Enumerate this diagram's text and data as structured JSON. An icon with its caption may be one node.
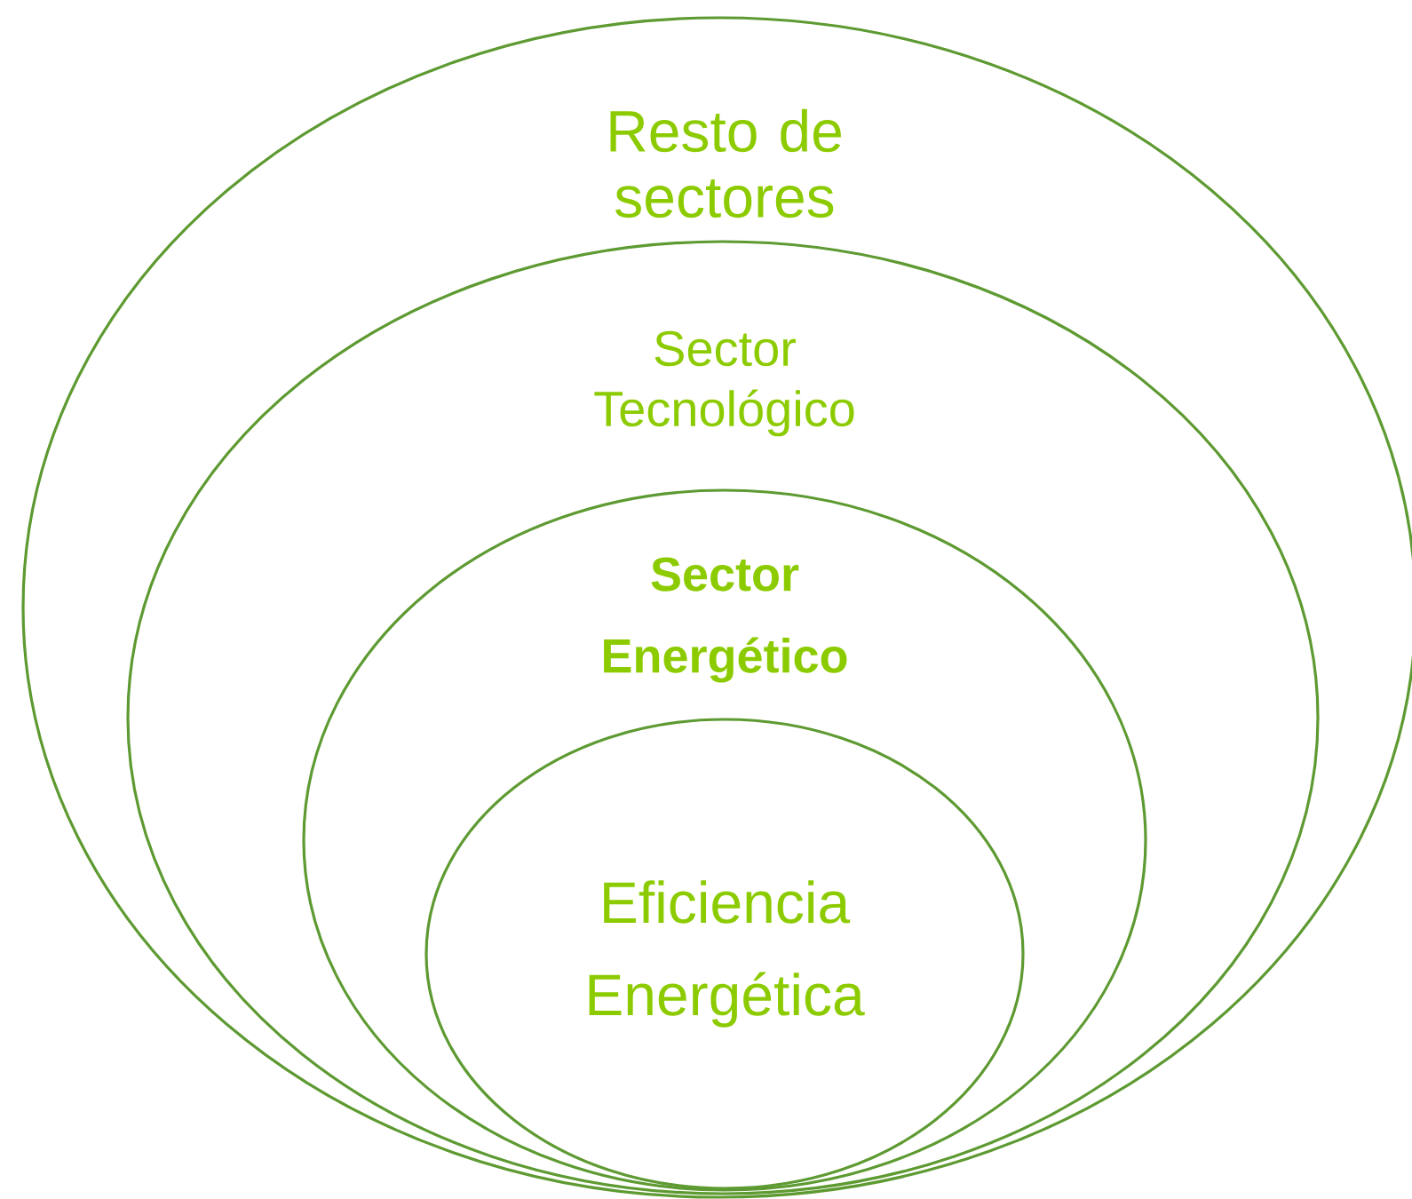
{
  "diagram": {
    "nodes": [
      {
        "text": [
          "Resto de sectores"
        ]
      },
      {
        "text": [
          "Sector Tecnológico"
        ],
        "in": 0
      },
      {
        "text": [
          "Sector Energético"
        ],
        "in": 1
      },
      {
        "text": [
          "Eficiencia Energética"
        ],
        "in": 2
      }
    ]
  }
}
